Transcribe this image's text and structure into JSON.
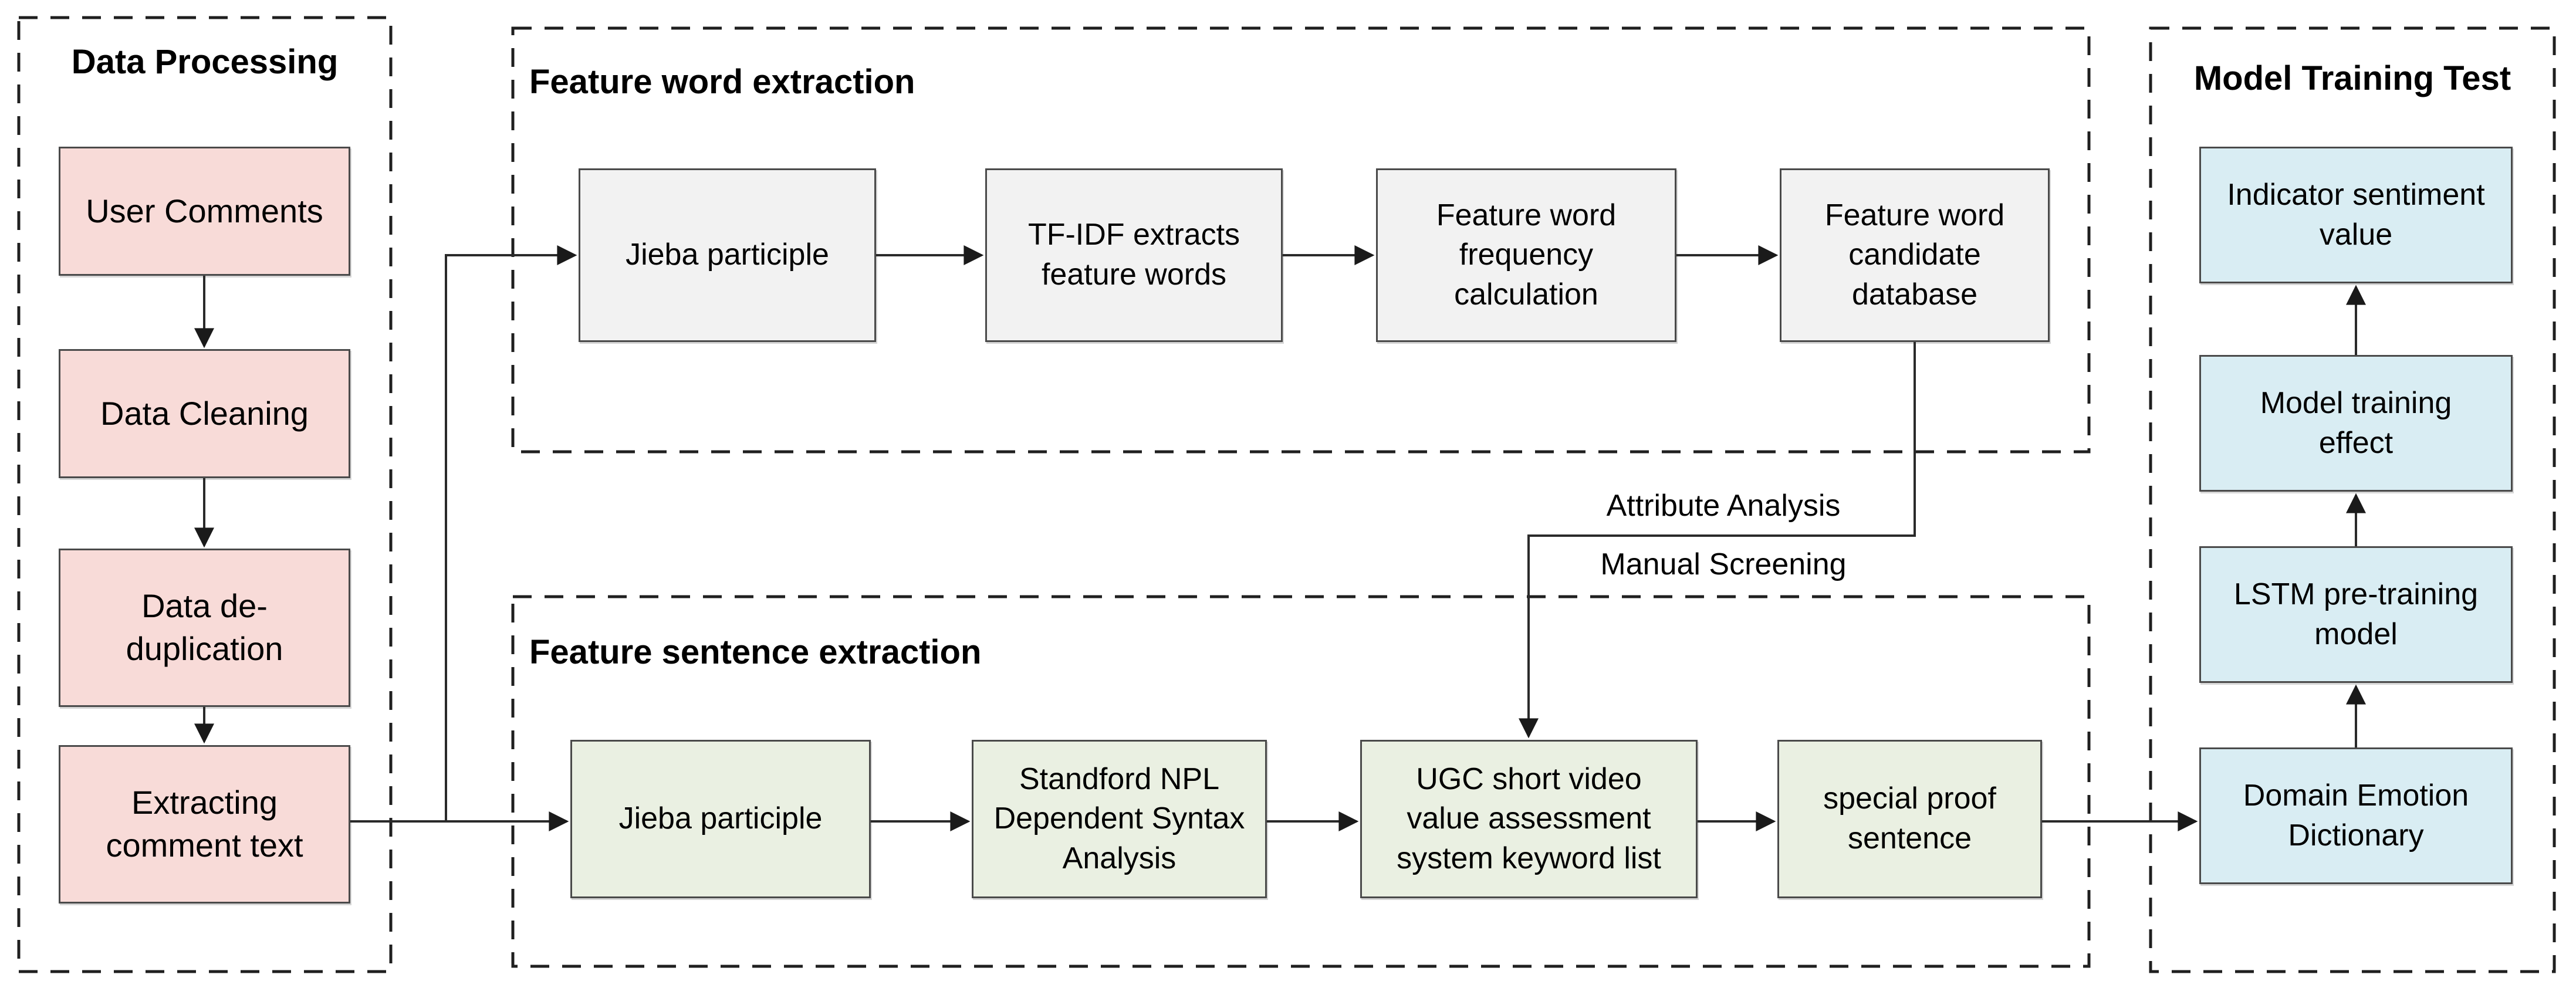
{
  "colors": {
    "pink": "#f8dbd8",
    "gray": "#f2f2f2",
    "green": "#eaf0e2",
    "blue": "#d9edf3",
    "box-border": "#4a4a4a",
    "line": "#2a2a2a",
    "dash-border": "#1f1f1f"
  },
  "sections": {
    "data_processing": {
      "title": "Data Processing",
      "boxes": [
        {
          "id": "user-comments",
          "label": "User Comments"
        },
        {
          "id": "data-cleaning",
          "label": "Data Cleaning"
        },
        {
          "id": "data-de-duplication",
          "label": "Data de-\nduplication"
        },
        {
          "id": "extracting-comment-text",
          "label": "Extracting\ncomment text"
        }
      ]
    },
    "feature_word_extraction": {
      "title": "Feature word extraction",
      "boxes": [
        {
          "id": "jieba-participle-word",
          "label": "Jieba participle"
        },
        {
          "id": "tf-idf-extracts-feature-words",
          "label": "TF-IDF extracts\nfeature words"
        },
        {
          "id": "feature-word-frequency-calculation",
          "label": "Feature word\nfrequency\ncalculation"
        },
        {
          "id": "feature-word-candidate-database",
          "label": "Feature word\ncandidate\ndatabase"
        }
      ]
    },
    "feature_sentence_extraction": {
      "title": "Feature sentence extraction",
      "boxes": [
        {
          "id": "jieba-participle-sentence",
          "label": "Jieba participle"
        },
        {
          "id": "standford-npl-dependent-syntax-analysis",
          "label": "Standford NPL\nDependent Syntax\nAnalysis"
        },
        {
          "id": "ugc-short-video-keyword-list",
          "label": "UGC short video\nvalue assessment\nsystem keyword list"
        },
        {
          "id": "special-proof-sentence",
          "label": "special proof\nsentence"
        }
      ]
    },
    "model_training_test": {
      "title": "Model Training Test",
      "boxes": [
        {
          "id": "indicator-sentiment-value",
          "label": "Indicator sentiment\nvalue"
        },
        {
          "id": "model-training-effect",
          "label": "Model training\neffect"
        },
        {
          "id": "lstm-pre-training-model",
          "label": "LSTM pre-training\nmodel"
        },
        {
          "id": "domain-emotion-dictionary",
          "label": "Domain Emotion\nDictionary"
        }
      ]
    }
  },
  "connector_labels": {
    "attribute_analysis": "Attribute Analysis",
    "manual_screening": "Manual Screening"
  },
  "edges": [
    {
      "from": "User Comments",
      "to": "Data Cleaning"
    },
    {
      "from": "Data Cleaning",
      "to": "Data de-duplication"
    },
    {
      "from": "Data de-duplication",
      "to": "Extracting comment text"
    },
    {
      "from": "Extracting comment text",
      "to": "Jieba participle (feature word extraction)"
    },
    {
      "from": "Extracting comment text",
      "to": "Jieba participle (feature sentence extraction)"
    },
    {
      "from": "Jieba participle (feature word extraction)",
      "to": "TF-IDF extracts feature words"
    },
    {
      "from": "TF-IDF extracts feature words",
      "to": "Feature word frequency calculation"
    },
    {
      "from": "Feature word frequency calculation",
      "to": "Feature word candidate database"
    },
    {
      "from": "Feature word candidate database",
      "to": "UGC short video value assessment system keyword list",
      "label": "Attribute Analysis / Manual Screening"
    },
    {
      "from": "Jieba participle (feature sentence extraction)",
      "to": "Standford NPL Dependent Syntax Analysis"
    },
    {
      "from": "Standford NPL Dependent Syntax Analysis",
      "to": "UGC short video value assessment system keyword list"
    },
    {
      "from": "UGC short video value assessment system keyword list",
      "to": "special proof sentence"
    },
    {
      "from": "special proof sentence",
      "to": "Domain Emotion Dictionary"
    },
    {
      "from": "Domain Emotion Dictionary",
      "to": "LSTM pre-training model"
    },
    {
      "from": "LSTM pre-training model",
      "to": "Model training effect"
    },
    {
      "from": "Model training effect",
      "to": "Indicator sentiment value"
    }
  ]
}
